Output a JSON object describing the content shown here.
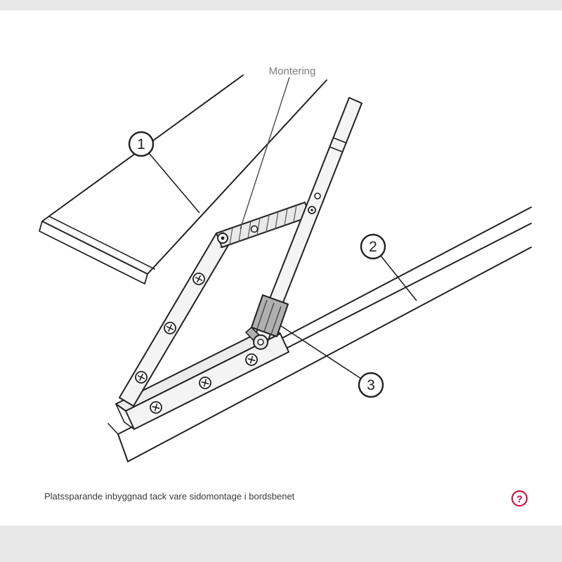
{
  "page": {
    "background": "#ffffff",
    "top_bar_color": "#e8e8e8",
    "bottom_bar_color": "#e8e8e8"
  },
  "diagram": {
    "mounting_label": "Montering",
    "line_color": "#222222",
    "metal_fill": "#f4f4f4",
    "clip_fill": "#b0b0b0",
    "callouts": [
      {
        "number": "1"
      },
      {
        "number": "2"
      },
      {
        "number": "3"
      }
    ]
  },
  "caption": {
    "text": "Platssparande inbyggnad tack vare sidomontage i bordsbenet"
  },
  "help": {
    "symbol": "?",
    "color": "#cc0033"
  }
}
